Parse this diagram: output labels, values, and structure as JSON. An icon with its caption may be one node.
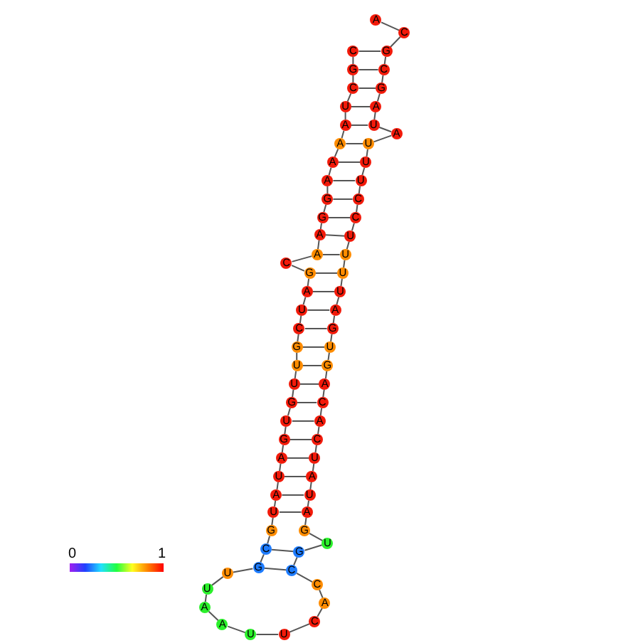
{
  "diagram": {
    "nodes": [
      {
        "text": [
          "C"
        ]
      },
      {
        "text": [
          "G"
        ]
      },
      {
        "text": [
          "C"
        ]
      },
      {
        "text": [
          "U"
        ]
      },
      {
        "text": [
          "A"
        ]
      },
      {
        "text": [
          "A"
        ]
      },
      {
        "text": [
          "A"
        ]
      },
      {
        "text": [
          "A"
        ]
      },
      {
        "text": [
          "G"
        ]
      },
      {
        "text": [
          "G"
        ]
      },
      {
        "text": [
          "A"
        ]
      },
      {
        "text": [
          "A"
        ]
      },
      {
        "text": [
          "C"
        ]
      },
      {
        "text": [
          "G"
        ]
      },
      {
        "text": [
          "A"
        ]
      },
      {
        "text": [
          "U"
        ]
      },
      {
        "text": [
          "C"
        ]
      },
      {
        "text": [
          "G"
        ]
      },
      {
        "text": [
          "U"
        ]
      },
      {
        "text": [
          "U"
        ]
      },
      {
        "text": [
          "G"
        ]
      },
      {
        "text": [
          "U"
        ]
      },
      {
        "text": [
          "G"
        ]
      },
      {
        "text": [
          "A"
        ]
      },
      {
        "text": [
          "U"
        ]
      },
      {
        "text": [
          "A"
        ]
      },
      {
        "text": [
          "U"
        ]
      },
      {
        "text": [
          "G"
        ]
      },
      {
        "text": [
          "C"
        ]
      },
      {
        "text": [
          "G"
        ]
      },
      {
        "text": [
          "U"
        ]
      },
      {
        "text": [
          "U"
        ]
      },
      {
        "text": [
          "A"
        ]
      },
      {
        "text": [
          "A"
        ]
      },
      {
        "text": [
          "U"
        ]
      },
      {
        "text": [
          "U"
        ]
      },
      {
        "text": [
          "C"
        ]
      },
      {
        "text": [
          "A"
        ]
      },
      {
        "text": [
          "C"
        ]
      },
      {
        "text": [
          "C"
        ]
      },
      {
        "text": [
          "G"
        ]
      },
      {
        "text": [
          "U"
        ]
      },
      {
        "text": [
          "G"
        ]
      },
      {
        "text": [
          "A"
        ]
      },
      {
        "text": [
          "U"
        ]
      },
      {
        "text": [
          "A"
        ]
      },
      {
        "text": [
          "U"
        ]
      },
      {
        "text": [
          "C"
        ]
      },
      {
        "text": [
          "A"
        ]
      },
      {
        "text": [
          "C"
        ]
      },
      {
        "text": [
          "A"
        ]
      },
      {
        "text": [
          "G"
        ]
      },
      {
        "text": [
          "U"
        ]
      },
      {
        "text": [
          "G"
        ]
      },
      {
        "text": [
          "A"
        ]
      },
      {
        "text": [
          "U"
        ]
      },
      {
        "text": [
          "U"
        ]
      },
      {
        "text": [
          "U"
        ]
      },
      {
        "text": [
          "U"
        ]
      },
      {
        "text": [
          "C"
        ]
      },
      {
        "text": [
          "C"
        ]
      },
      {
        "text": [
          "U"
        ]
      },
      {
        "text": [
          "U"
        ]
      },
      {
        "text": [
          "U"
        ]
      },
      {
        "text": [
          "A"
        ]
      },
      {
        "text": [
          "U"
        ]
      },
      {
        "text": [
          "A"
        ]
      },
      {
        "text": [
          "G"
        ]
      },
      {
        "text": [
          "C"
        ]
      },
      {
        "text": [
          "G"
        ]
      },
      {
        "text": [
          "C"
        ]
      },
      {
        "text": [
          "A"
        ]
      }
    ],
    "edges": [
      {
        "from": 0,
        "to": 1,
        "arrow": "none"
      },
      {
        "from": 1,
        "to": 2,
        "arrow": "none"
      },
      {
        "from": 2,
        "to": 3,
        "arrow": "none"
      },
      {
        "from": 3,
        "to": 4,
        "arrow": "none"
      },
      {
        "from": 4,
        "to": 5,
        "arrow": "none"
      },
      {
        "from": 5,
        "to": 6,
        "arrow": "none"
      },
      {
        "from": 6,
        "to": 7,
        "arrow": "none"
      },
      {
        "from": 7,
        "to": 8,
        "arrow": "none"
      },
      {
        "from": 8,
        "to": 9,
        "arrow": "none"
      },
      {
        "from": 9,
        "to": 10,
        "arrow": "none"
      },
      {
        "from": 10,
        "to": 11,
        "arrow": "none"
      },
      {
        "from": 11,
        "to": 12,
        "arrow": "none"
      },
      {
        "from": 12,
        "to": 13,
        "arrow": "none"
      },
      {
        "from": 13,
        "to": 14,
        "arrow": "none"
      },
      {
        "from": 14,
        "to": 15,
        "arrow": "none"
      },
      {
        "from": 15,
        "to": 16,
        "arrow": "none"
      },
      {
        "from": 16,
        "to": 17,
        "arrow": "none"
      },
      {
        "from": 17,
        "to": 18,
        "arrow": "none"
      },
      {
        "from": 18,
        "to": 19,
        "arrow": "none"
      },
      {
        "from": 19,
        "to": 20,
        "arrow": "none"
      },
      {
        "from": 20,
        "to": 21,
        "arrow": "none"
      },
      {
        "from": 21,
        "to": 22,
        "arrow": "none"
      },
      {
        "from": 22,
        "to": 23,
        "arrow": "none"
      },
      {
        "from": 23,
        "to": 24,
        "arrow": "none"
      },
      {
        "from": 24,
        "to": 25,
        "arrow": "none"
      },
      {
        "from": 25,
        "to": 26,
        "arrow": "none"
      },
      {
        "from": 26,
        "to": 27,
        "arrow": "none"
      },
      {
        "from": 27,
        "to": 28,
        "arrow": "none"
      },
      {
        "from": 28,
        "to": 29,
        "arrow": "none"
      },
      {
        "from": 29,
        "to": 30,
        "arrow": "none"
      },
      {
        "from": 30,
        "to": 31,
        "arrow": "none"
      },
      {
        "from": 31,
        "to": 32,
        "arrow": "none"
      },
      {
        "from": 32,
        "to": 33,
        "arrow": "none"
      },
      {
        "from": 33,
        "to": 34,
        "arrow": "none"
      },
      {
        "from": 34,
        "to": 35,
        "arrow": "none"
      },
      {
        "from": 35,
        "to": 36,
        "arrow": "none"
      },
      {
        "from": 36,
        "to": 37,
        "arrow": "none"
      },
      {
        "from": 37,
        "to": 38,
        "arrow": "none"
      },
      {
        "from": 38,
        "to": 39,
        "arrow": "none"
      },
      {
        "from": 39,
        "to": 40,
        "arrow": "none"
      },
      {
        "from": 40,
        "to": 41,
        "arrow": "none"
      },
      {
        "from": 41,
        "to": 42,
        "arrow": "none"
      },
      {
        "from": 42,
        "to": 43,
        "arrow": "none"
      },
      {
        "from": 43,
        "to": 44,
        "arrow": "none"
      },
      {
        "from": 44,
        "to": 45,
        "arrow": "none"
      },
      {
        "from": 45,
        "to": 46,
        "arrow": "none"
      },
      {
        "from": 46,
        "to": 47,
        "arrow": "none"
      },
      {
        "from": 47,
        "to": 48,
        "arrow": "none"
      },
      {
        "from": 48,
        "to": 49,
        "arrow": "none"
      },
      {
        "from": 49,
        "to": 50,
        "arrow": "none"
      },
      {
        "from": 50,
        "to": 51,
        "arrow": "none"
      },
      {
        "from": 51,
        "to": 52,
        "arrow": "none"
      },
      {
        "from": 52,
        "to": 53,
        "arrow": "none"
      },
      {
        "from": 53,
        "to": 54,
        "arrow": "none"
      },
      {
        "from": 54,
        "to": 55,
        "arrow": "none"
      },
      {
        "from": 55,
        "to": 56,
        "arrow": "none"
      },
      {
        "from": 56,
        "to": 57,
        "arrow": "none"
      },
      {
        "from": 57,
        "to": 58,
        "arrow": "none"
      },
      {
        "from": 58,
        "to": 59,
        "arrow": "none"
      },
      {
        "from": 59,
        "to": 60,
        "arrow": "none"
      },
      {
        "from": 60,
        "to": 61,
        "arrow": "none"
      },
      {
        "from": 61,
        "to": 62,
        "arrow": "none"
      },
      {
        "from": 62,
        "to": 63,
        "arrow": "none"
      },
      {
        "from": 63,
        "to": 64,
        "arrow": "none"
      },
      {
        "from": 64,
        "to": 65,
        "arrow": "none"
      },
      {
        "from": 65,
        "to": 66,
        "arrow": "none"
      },
      {
        "from": 66,
        "to": 67,
        "arrow": "none"
      },
      {
        "from": 67,
        "to": 68,
        "arrow": "none"
      },
      {
        "from": 68,
        "to": 69,
        "arrow": "none"
      },
      {
        "from": 69,
        "to": 70,
        "arrow": "none"
      },
      {
        "from": 70,
        "to": 71,
        "arrow": "none"
      },
      {
        "from": 0,
        "to": 69,
        "arrow": "none"
      },
      {
        "from": 1,
        "to": 68,
        "arrow": "none"
      },
      {
        "from": 2,
        "to": 67,
        "arrow": "none"
      },
      {
        "from": 3,
        "to": 66,
        "arrow": "none"
      },
      {
        "from": 4,
        "to": 65,
        "arrow": "none"
      },
      {
        "from": 5,
        "to": 63,
        "arrow": "none"
      },
      {
        "from": 6,
        "to": 62,
        "arrow": "none"
      },
      {
        "from": 7,
        "to": 61,
        "arrow": "none"
      },
      {
        "from": 8,
        "to": 60,
        "arrow": "none"
      },
      {
        "from": 9,
        "to": 59,
        "arrow": "none"
      },
      {
        "from": 10,
        "to": 58,
        "arrow": "none"
      },
      {
        "from": 11,
        "to": 57,
        "arrow": "none"
      },
      {
        "from": 13,
        "to": 56,
        "arrow": "none"
      },
      {
        "from": 14,
        "to": 55,
        "arrow": "none"
      },
      {
        "from": 15,
        "to": 54,
        "arrow": "none"
      },
      {
        "from": 16,
        "to": 53,
        "arrow": "none"
      },
      {
        "from": 17,
        "to": 52,
        "arrow": "none"
      },
      {
        "from": 18,
        "to": 51,
        "arrow": "none"
      },
      {
        "from": 19,
        "to": 50,
        "arrow": "none"
      },
      {
        "from": 20,
        "to": 49,
        "arrow": "none"
      },
      {
        "from": 21,
        "to": 48,
        "arrow": "none"
      },
      {
        "from": 22,
        "to": 47,
        "arrow": "none"
      },
      {
        "from": 23,
        "to": 46,
        "arrow": "none"
      },
      {
        "from": 24,
        "to": 45,
        "arrow": "none"
      },
      {
        "from": 25,
        "to": 44,
        "arrow": "none"
      },
      {
        "from": 26,
        "to": 43,
        "arrow": "none"
      },
      {
        "from": 28,
        "to": 40,
        "arrow": "none"
      },
      {
        "from": 29,
        "to": 39,
        "arrow": "none"
      }
    ],
    "labels": [
      "0",
      "1"
    ]
  }
}
